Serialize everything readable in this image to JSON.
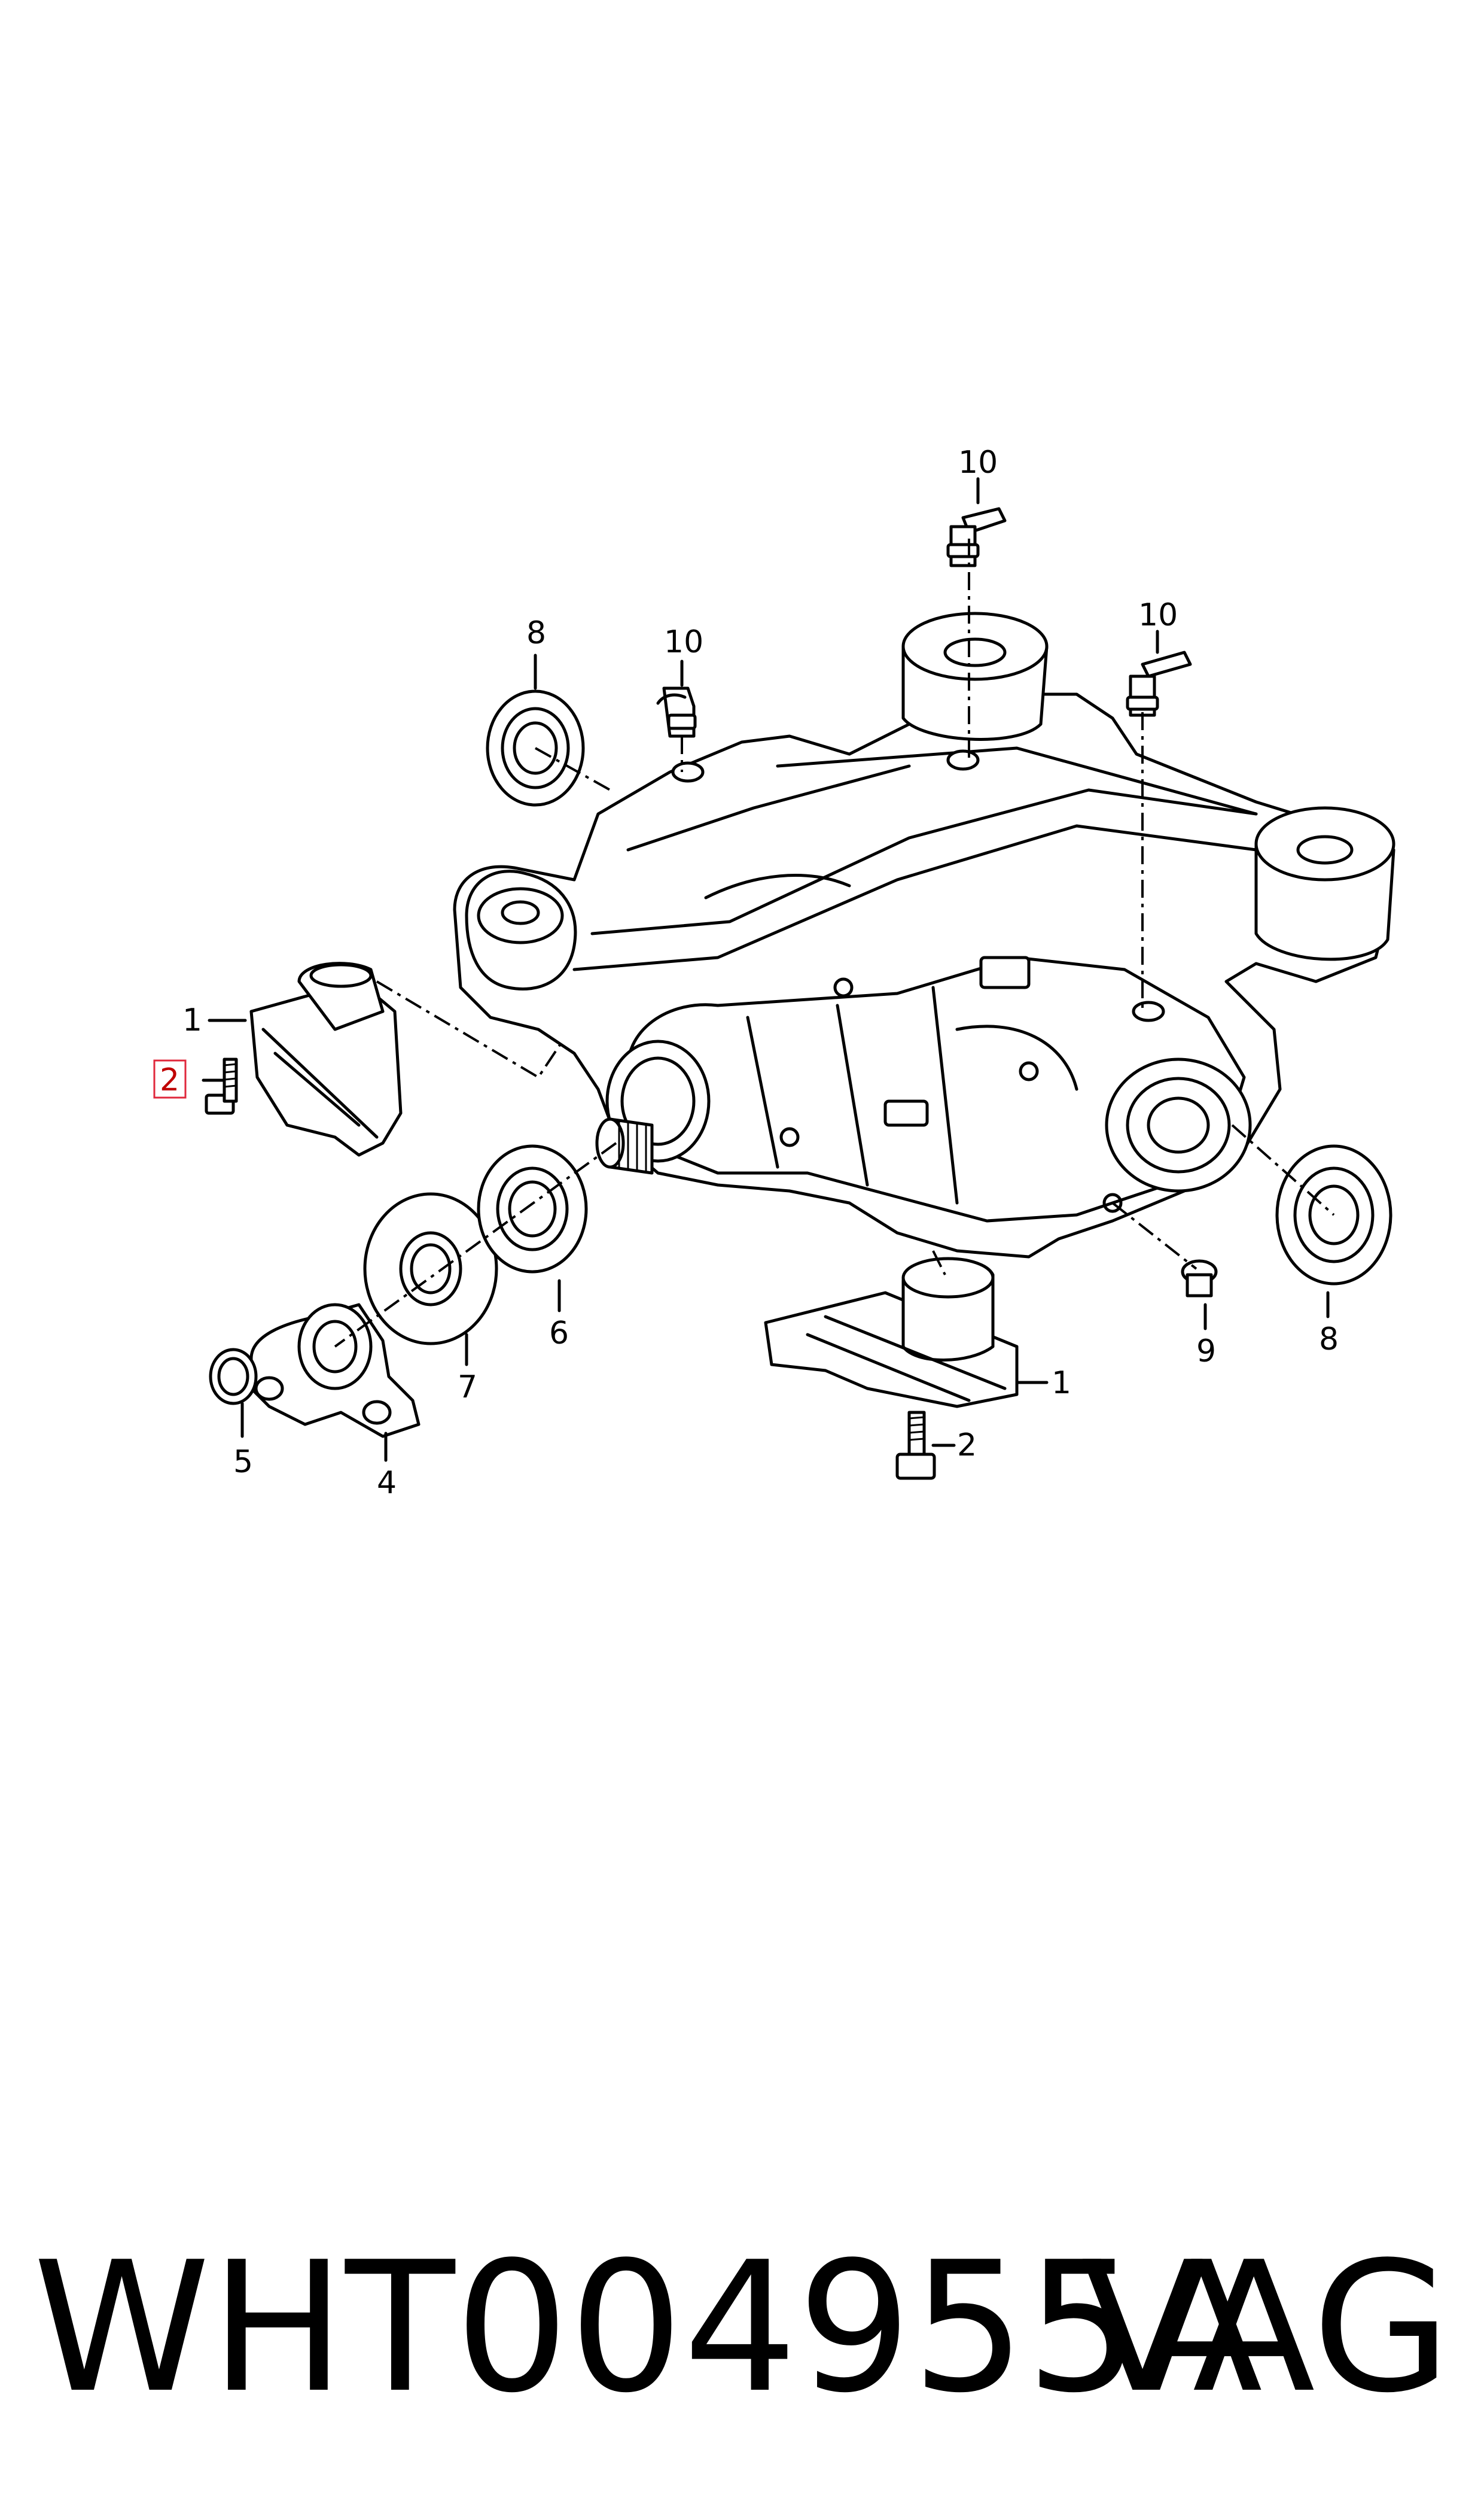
{
  "diagram": {
    "callouts": {
      "mount_left_num": "1",
      "bolt_left_num": "2",
      "flange_num": "4",
      "oring_num": "5",
      "seal_small_num": "6",
      "shield_num": "7",
      "seal_top_left_num": "8",
      "seal_right_num": "8",
      "plug_num": "9",
      "vent_left_num": "10",
      "vent_top_num": "10",
      "vent_right_num": "10",
      "mount_right_num": "1",
      "bolt_right_num": "2"
    },
    "highlighted_callout": "2"
  },
  "footer": {
    "part_number": "WHT004955A",
    "brand": "VAG"
  }
}
